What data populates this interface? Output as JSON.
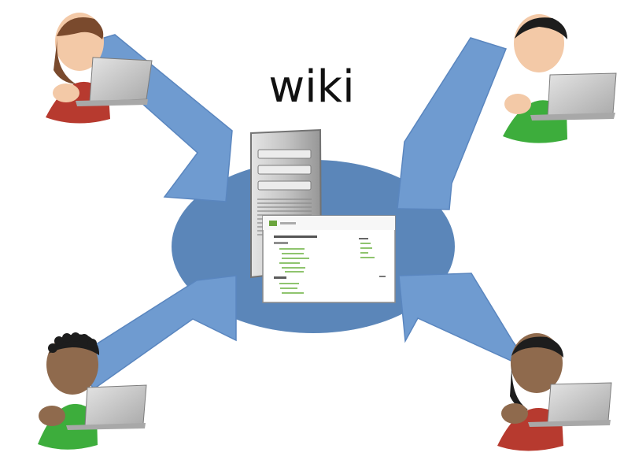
{
  "title": "wiki",
  "colors": {
    "background": "#ffffff",
    "hub": "#5b86b9",
    "arrow": "#6f9bd0",
    "arrow_edge": "#5a86bf",
    "skin_light": "#f3c9a7",
    "skin_dark": "#8f6a4d",
    "shirt_red": "#b73a2f",
    "shirt_green": "#3dad3c",
    "hair_brown": "#7a4a2d",
    "hair_black": "#1d1d1d",
    "laptop": "#c9c9c9",
    "server": "#b9b9b9"
  },
  "icons": {
    "hub": "network-ellipse",
    "server": "server-icon",
    "page": "wiki-page-screenshot",
    "user": "user-with-laptop-icon",
    "arrow": "arrow-icon"
  },
  "users": [
    {
      "id": "top-left",
      "shirt": "red",
      "hair": "brown"
    },
    {
      "id": "top-right",
      "shirt": "green",
      "hair": "black"
    },
    {
      "id": "bottom-left",
      "shirt": "green",
      "hair": "curly"
    },
    {
      "id": "bottom-right",
      "shirt": "red",
      "hair": "black"
    }
  ]
}
